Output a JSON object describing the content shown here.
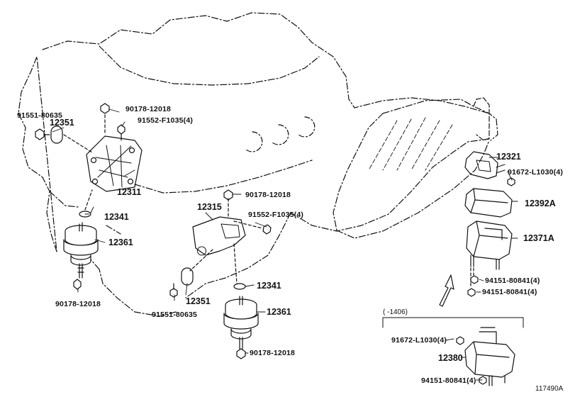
{
  "labels": {
    "p91551_left": "91551-80635",
    "p12351_left": "12351",
    "p90178_top": "90178-12018",
    "p91552_top": "91552-F1035(4)",
    "p12311": "12311",
    "p12341_left": "12341",
    "p12361_left": "12361",
    "p90178_bl": "90178-12018",
    "p90178_mid": "90178-12018",
    "p12315": "12315",
    "p91552_mid": "91552-F1035(4)",
    "p12341_mid": "12341",
    "p12351_mid": "12351",
    "p91551_mid": "91551-80635",
    "p12361_mid": "12361",
    "p90178_bm": "90178-12018",
    "p12321": "12321",
    "p91672_top": "91672-L1030(4)",
    "p12392A": "12392A",
    "p12371A": "12371A",
    "p94151_a": "94151-80841(4)",
    "p94151_b": "94151-80841(4)",
    "bracket_note": "(     -1406)",
    "p91672_bot": "91672-L1030(4)",
    "p12380": "12380",
    "p94151_bot": "94151-80841(4)",
    "ref_code": "117490A"
  }
}
